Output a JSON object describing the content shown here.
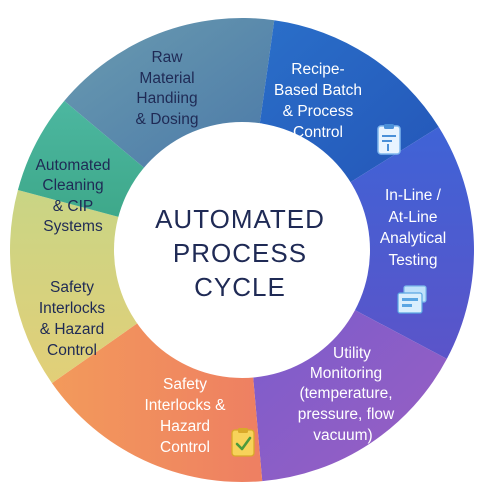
{
  "center": {
    "lines": [
      "AUTOMATED",
      "PROCESS",
      "CYCLE"
    ]
  },
  "segments": [
    {
      "id": "raw-material",
      "lines": [
        "Raw",
        "Material",
        "Handiing",
        "& Dosing"
      ],
      "color": "#5b86a6",
      "text_color": "#1f2a55"
    },
    {
      "id": "recipe-batch",
      "lines": [
        "Recipe-",
        "Based Batch",
        "& Process",
        "Control"
      ],
      "color": "#2f64c4",
      "text_color": "#ffffff",
      "icon": "clipboard-icon"
    },
    {
      "id": "inline-testing",
      "lines": [
        "In-Line /",
        "At-Line",
        "Analytical",
        "Testing"
      ],
      "color": "#4a5cd0",
      "text_color": "#ffffff",
      "icon": "monitor-stack-icon"
    },
    {
      "id": "utility-monitoring",
      "lines": [
        "Utility",
        "Monitoring",
        "(temperature,",
        "pressure, flow",
        "vacuum)"
      ],
      "color": "#8a5cc8",
      "text_color": "#ffffff"
    },
    {
      "id": "safety-orange",
      "lines": [
        "Safety",
        "Interlocks &",
        "Hazard",
        "Control"
      ],
      "color": "#ef8a5a",
      "text_color": "#ffffff",
      "icon": "checklist-icon"
    },
    {
      "id": "safety-yellow",
      "lines": [
        "Safety",
        "Interlocks",
        "& Hazard",
        "Control"
      ],
      "color": "#cdd27e",
      "text_color": "#1f2a55"
    },
    {
      "id": "cip",
      "lines": [
        "Automated",
        "Cleaning",
        "& CIP",
        "Systems"
      ],
      "color": "#3fae92",
      "text_color": "#1f2a55"
    }
  ]
}
